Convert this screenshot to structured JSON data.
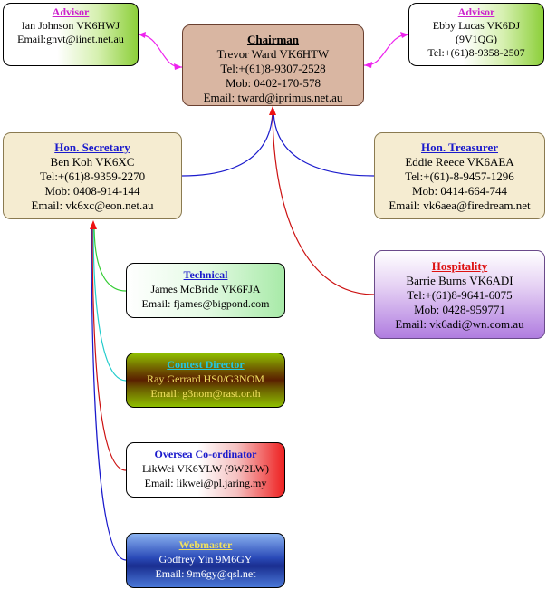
{
  "colors": {
    "advisor_title": "#cc22cc",
    "officer_title": "#1a1acc",
    "hospitality_title": "#dd1111",
    "connector_blue": "#1a1acc",
    "connector_red": "#cc1111",
    "connector_magenta": "#ee22ee",
    "connector_green": "#33cc33",
    "connector_cyan": "#22cccc"
  },
  "nodes": {
    "advisor_left": {
      "title": "Advisor",
      "lines": [
        "Ian Johnson VK6HWJ",
        "Email:gnvt@iinet.net.au"
      ]
    },
    "advisor_right": {
      "title": "Advisor",
      "lines": [
        "Ebby Lucas VK6DJ",
        "(9V1QG)",
        "Tel:+(61)8-9358-2507"
      ]
    },
    "chairman": {
      "title": "Chairman",
      "lines": [
        "Trevor Ward VK6HTW",
        "Tel:+(61)8-9307-2528",
        "Mob: 0402-170-578",
        "Email: tward@iprimus.net.au"
      ]
    },
    "secretary": {
      "title": "Hon. Secretary",
      "lines": [
        "Ben Koh VK6XC",
        "Tel:+(61)8-9359-2270",
        "Mob: 0408-914-144",
        "Email:  vk6xc@eon.net.au"
      ]
    },
    "treasurer": {
      "title": "Hon. Treasurer",
      "lines": [
        "Eddie Reece VK6AEA",
        "Tel:+(61)-8-9457-1296",
        "Mob: 0414-664-744",
        "Email: vk6aea@firedream.net"
      ]
    },
    "hospitality": {
      "title": "Hospitality",
      "lines": [
        "Barrie Burns VK6ADI",
        "Tel:+(61)8-9641-6075",
        "Mob: 0428-959771",
        "Email: vk6adi@wn.com.au"
      ]
    },
    "technical": {
      "title": "Technical",
      "lines": [
        "James McBride VK6FJA",
        "Email: fjames@bigpond.com"
      ]
    },
    "contest": {
      "title": "Contest Director",
      "lines": [
        "Ray Gerrard HS0/G3NOM",
        "Email: g3nom@rast.or.th"
      ]
    },
    "oversea": {
      "title": "Oversea Co-ordinator",
      "lines": [
        "LikWei VK6YLW (9W2LW)",
        "Email: likwei@pl.jaring.my"
      ]
    },
    "webmaster": {
      "title": "Webmaster",
      "lines": [
        "Godfrey Yin 9M6GY",
        "Email: 9m6gy@qsl.net"
      ]
    }
  }
}
